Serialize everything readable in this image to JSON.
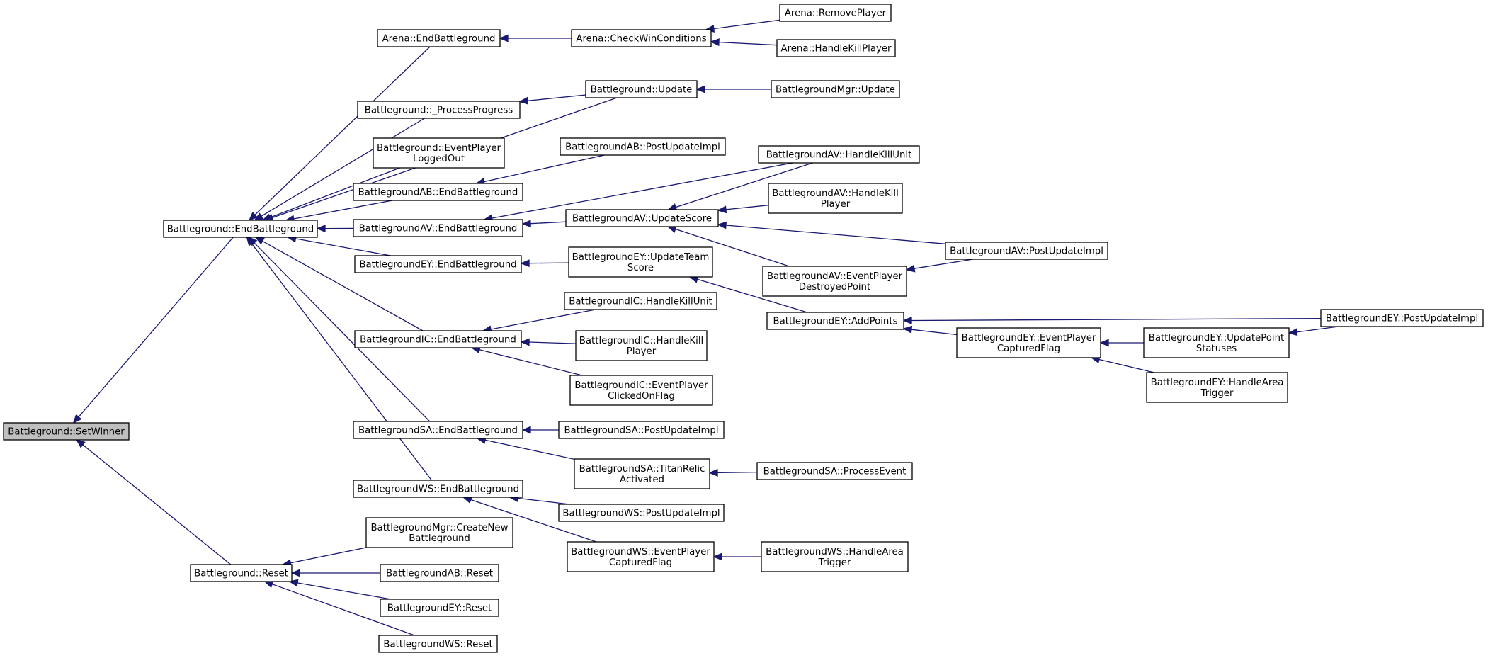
{
  "nodes": {
    "setwinner": {
      "lines": [
        "Battleground::SetWinner"
      ],
      "root": true
    },
    "bg_end": {
      "lines": [
        "Battleground::EndBattleground"
      ]
    },
    "bg_reset": {
      "lines": [
        "Battleground::Reset"
      ]
    },
    "arena_end": {
      "lines": [
        "Arena::EndBattleground"
      ]
    },
    "arena_check": {
      "lines": [
        "Arena::CheckWinConditions"
      ]
    },
    "arena_remove": {
      "lines": [
        "Arena::RemovePlayer"
      ]
    },
    "arena_kill": {
      "lines": [
        "Arena::HandleKillPlayer"
      ]
    },
    "bg_update": {
      "lines": [
        "Battleground::Update"
      ]
    },
    "mgr_update": {
      "lines": [
        "BattlegroundMgr::Update"
      ]
    },
    "bg_process": {
      "lines": [
        "Battleground::_ProcessProgress"
      ]
    },
    "bg_logged": {
      "lines": [
        "Battleground::EventPlayer",
        "LoggedOut"
      ]
    },
    "ab_end": {
      "lines": [
        "BattlegroundAB::EndBattleground"
      ]
    },
    "ab_post": {
      "lines": [
        "BattlegroundAB::PostUpdateImpl"
      ]
    },
    "av_end": {
      "lines": [
        "BattlegroundAV::EndBattleground"
      ]
    },
    "av_score": {
      "lines": [
        "BattlegroundAV::UpdateScore"
      ]
    },
    "av_killunit": {
      "lines": [
        "BattlegroundAV::HandleKillUnit"
      ]
    },
    "av_killplayer": {
      "lines": [
        "BattlegroundAV::HandleKill",
        "Player"
      ]
    },
    "av_post": {
      "lines": [
        "BattlegroundAV::PostUpdateImpl"
      ]
    },
    "av_destroyed": {
      "lines": [
        "BattlegroundAV::EventPlayer",
        "DestroyedPoint"
      ]
    },
    "ey_end": {
      "lines": [
        "BattlegroundEY::EndBattleground"
      ]
    },
    "ey_team": {
      "lines": [
        "BattlegroundEY::UpdateTeam",
        "Score"
      ]
    },
    "ey_add": {
      "lines": [
        "BattlegroundEY::AddPoints"
      ]
    },
    "ey_post": {
      "lines": [
        "BattlegroundEY::PostUpdateImpl"
      ]
    },
    "ey_captured": {
      "lines": [
        "BattlegroundEY::EventPlayer",
        "CapturedFlag"
      ]
    },
    "ey_statuses": {
      "lines": [
        "BattlegroundEY::UpdatePoint",
        "Statuses"
      ]
    },
    "ey_area": {
      "lines": [
        "BattlegroundEY::HandleArea",
        "Trigger"
      ]
    },
    "ic_end": {
      "lines": [
        "BattlegroundIC::EndBattleground"
      ]
    },
    "ic_killunit": {
      "lines": [
        "BattlegroundIC::HandleKillUnit"
      ]
    },
    "ic_killplayer": {
      "lines": [
        "BattlegroundIC::HandleKill",
        "Player"
      ]
    },
    "ic_clicked": {
      "lines": [
        "BattlegroundIC::EventPlayer",
        "ClickedOnFlag"
      ]
    },
    "sa_end": {
      "lines": [
        "BattlegroundSA::EndBattleground"
      ]
    },
    "sa_post": {
      "lines": [
        "BattlegroundSA::PostUpdateImpl"
      ]
    },
    "sa_titan": {
      "lines": [
        "BattlegroundSA::TitanRelic",
        "Activated"
      ]
    },
    "sa_process": {
      "lines": [
        "BattlegroundSA::ProcessEvent"
      ]
    },
    "ws_end": {
      "lines": [
        "BattlegroundWS::EndBattleground"
      ]
    },
    "ws_post": {
      "lines": [
        "BattlegroundWS::PostUpdateImpl"
      ]
    },
    "ws_captured": {
      "lines": [
        "BattlegroundWS::EventPlayer",
        "CapturedFlag"
      ]
    },
    "ws_area": {
      "lines": [
        "BattlegroundWS::HandleArea",
        "Trigger"
      ]
    },
    "mgr_create": {
      "lines": [
        "BattlegroundMgr::CreateNew",
        "Battleground"
      ]
    },
    "ab_reset": {
      "lines": [
        "BattlegroundAB::Reset"
      ]
    },
    "ey_reset": {
      "lines": [
        "BattlegroundEY::Reset"
      ]
    },
    "ws_reset": {
      "lines": [
        "BattlegroundWS::Reset"
      ]
    }
  },
  "edges": [
    [
      "bg_end",
      "setwinner"
    ],
    [
      "bg_reset",
      "setwinner"
    ],
    [
      "arena_end",
      "bg_end"
    ],
    [
      "bg_update",
      "bg_end"
    ],
    [
      "bg_process",
      "bg_end"
    ],
    [
      "bg_logged",
      "bg_end"
    ],
    [
      "ab_end",
      "bg_end"
    ],
    [
      "av_end",
      "bg_end"
    ],
    [
      "ey_end",
      "bg_end"
    ],
    [
      "ic_end",
      "bg_end"
    ],
    [
      "sa_end",
      "bg_end"
    ],
    [
      "ws_end",
      "bg_end"
    ],
    [
      "arena_check",
      "arena_end"
    ],
    [
      "arena_remove",
      "arena_check"
    ],
    [
      "arena_kill",
      "arena_check"
    ],
    [
      "bg_update",
      "bg_process"
    ],
    [
      "mgr_update",
      "bg_update"
    ],
    [
      "ab_post",
      "ab_end"
    ],
    [
      "av_killunit",
      "av_end"
    ],
    [
      "av_score",
      "av_end"
    ],
    [
      "av_killunit",
      "av_score"
    ],
    [
      "av_killplayer",
      "av_score"
    ],
    [
      "av_post",
      "av_score"
    ],
    [
      "av_destroyed",
      "av_score"
    ],
    [
      "av_post",
      "av_destroyed"
    ],
    [
      "ey_team",
      "ey_end"
    ],
    [
      "ey_add",
      "ey_team"
    ],
    [
      "ey_post",
      "ey_add"
    ],
    [
      "ey_captured",
      "ey_add"
    ],
    [
      "ey_statuses",
      "ey_captured"
    ],
    [
      "ey_area",
      "ey_captured"
    ],
    [
      "ey_post",
      "ey_statuses"
    ],
    [
      "ic_killunit",
      "ic_end"
    ],
    [
      "ic_killplayer",
      "ic_end"
    ],
    [
      "ic_clicked",
      "ic_end"
    ],
    [
      "sa_post",
      "sa_end"
    ],
    [
      "sa_titan",
      "sa_end"
    ],
    [
      "sa_process",
      "sa_titan"
    ],
    [
      "ws_post",
      "ws_end"
    ],
    [
      "ws_captured",
      "ws_end"
    ],
    [
      "ws_area",
      "ws_captured"
    ],
    [
      "mgr_create",
      "bg_reset"
    ],
    [
      "ab_reset",
      "bg_reset"
    ],
    [
      "ey_reset",
      "bg_reset"
    ],
    [
      "ws_reset",
      "bg_reset"
    ]
  ]
}
